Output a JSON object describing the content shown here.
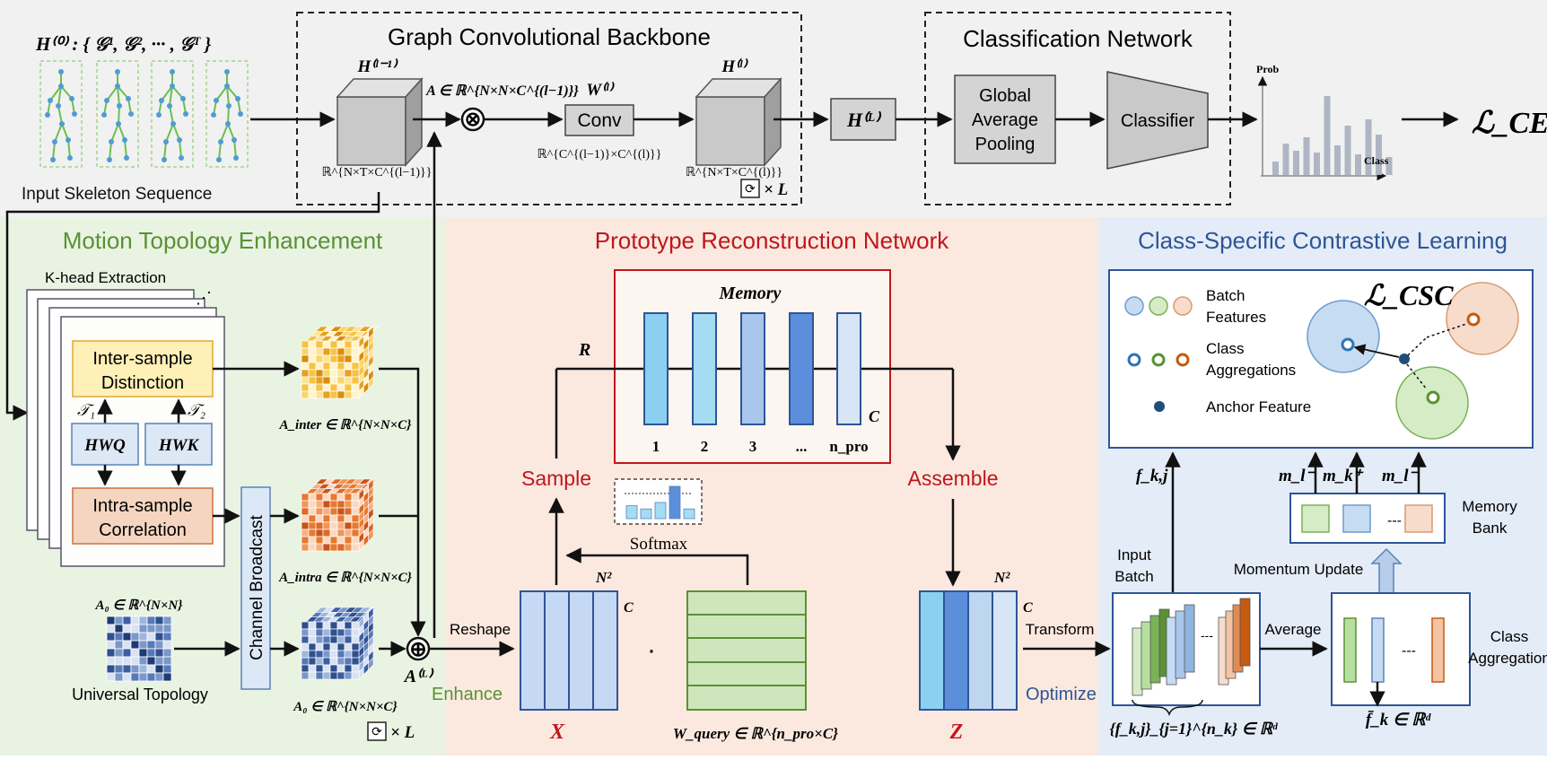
{
  "top": {
    "input_formula": "H⁽⁰⁾ : { 𝒢¹, 𝒢², ··· , 𝒢ᵀ }",
    "input_caption": "Input Skeleton Sequence",
    "backbone_title": "Graph Convolutional Backbone",
    "cube_in_top": "H⁽ˡ⁻¹⁾",
    "cube_in_bottom": "ℝ^{N×T×C^{(l−1)}}",
    "adj_label": "A ∈ ℝ^{N×N×C^{(l−1)}}",
    "otimes": "⊗",
    "w_label": "W⁽ˡ⁾",
    "conv_label": "Conv",
    "conv_dim": "ℝ^{C^{(l−1)}×C^{(l)}}",
    "cube_out_top": "H⁽ˡ⁾",
    "cube_out_bottom": "ℝ^{N×T×C^{(l)}}",
    "repeat_label": "× L",
    "hl_box": "H⁽ᴸ⁾",
    "cls_title": "Classification Network",
    "gap_label": [
      "Global",
      "Average",
      "Pooling"
    ],
    "classifier_label": "Classifier",
    "hist_y": "Prob",
    "hist_x": "Class",
    "hist_values": [
      0.15,
      0.35,
      0.27,
      0.42,
      0.25,
      0.88,
      0.33,
      0.55,
      0.23,
      0.62,
      0.45,
      0.2
    ],
    "loss_ce": "ℒ_CE"
  },
  "mte": {
    "title": "Motion Topology Enhancement",
    "khead": "K-head Extraction",
    "inter": [
      "Inter-sample",
      "Distinction"
    ],
    "t1": "𝒯₁",
    "t2": "𝒯₂",
    "hwq": "HWQ",
    "hwk": "HWK",
    "intra": [
      "Intra-sample",
      "Correlation"
    ],
    "channel_broadcast": "Channel Broadcast",
    "a0_top": "A₀ ∈ ℝ^{N×N}",
    "universal": "Universal Topology",
    "a_inter": "A_inter ∈ ℝ^{N×N×C}",
    "a_intra": "A_intra ∈ ℝ^{N×N×C}",
    "a0_cube": "A₀ ∈ ℝ^{N×N×C}",
    "oplus": "⊕",
    "a_l": "A⁽ᴸ⁾",
    "repeat_label": "× L",
    "enhance": "Enhance"
  },
  "prn": {
    "title": "Prototype Reconstruction Network",
    "memory": "Memory",
    "r": "R",
    "mem_labels": [
      "1",
      "2",
      "3",
      "...",
      "n_pro"
    ],
    "c": "C",
    "sample": "Sample",
    "assemble": "Assemble",
    "softmax": "Softmax",
    "n2": "N²",
    "reshape": "Reshape",
    "x": "X",
    "w_query": "W_query ∈ ℝ^{n_pro×C}",
    "z": "Z",
    "transform": "Transform"
  },
  "cscl": {
    "title": "Class-Specific Contrastive Learning",
    "loss_csc": "ℒ_CSC",
    "legend_batch": [
      "Batch",
      "Features"
    ],
    "legend_class": [
      "Class",
      "Aggregations"
    ],
    "legend_anchor": "Anchor Feature",
    "fkj": "f_k,j",
    "m_l_minus": "m_l⁻",
    "m_k_plus": "m_k⁺",
    "memory_bank": [
      "Memory",
      "Bank"
    ],
    "momentum": "Momentum Update",
    "input_batch": [
      "Input",
      "Batch"
    ],
    "average": "Average",
    "class_agg": [
      "Class",
      "Aggregation"
    ],
    "fset": "{f_k,j}_{j=1}^{n_k} ∈ ℝᵈ",
    "fk_bar": "f̄_k ∈ ℝᵈ",
    "optimize": "Optimize"
  },
  "colors": {
    "mte_bg": "#e9f3e2",
    "prn_bg": "#fbe9df",
    "cscl_bg": "#e4ecf7",
    "top_bg": "#f1f1f1",
    "green_title": "#5a9135",
    "red_title": "#c0161d",
    "blue_title": "#2e5597"
  }
}
